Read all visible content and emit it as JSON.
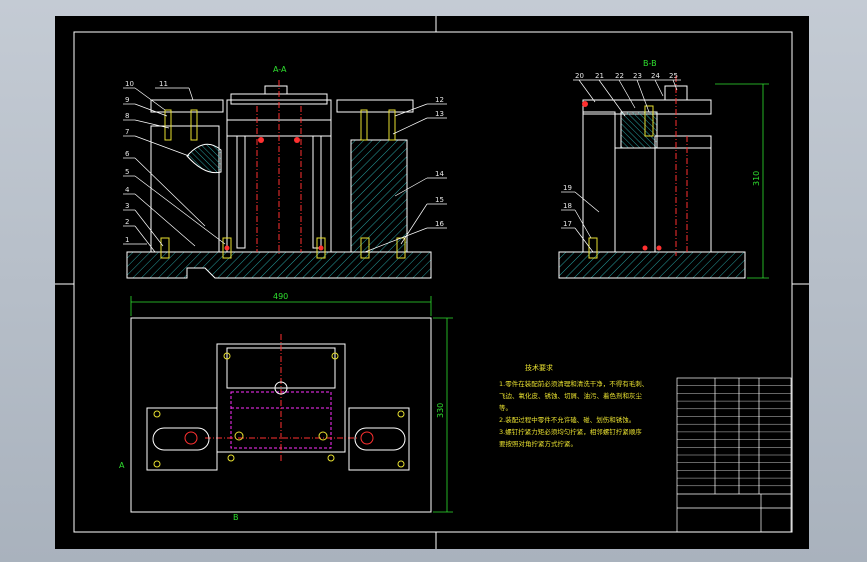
{
  "drawing": {
    "colors": {
      "background": "#000000",
      "outline": "#ffffff",
      "dimension": "#2fe02f",
      "centerline": "#ff3030",
      "hidden": "#ff30ff",
      "section": "#30c8c8",
      "fastener": "#e8e030"
    },
    "front_view": {
      "section_label": "A-A",
      "left_callouts": [
        "10",
        "9",
        "8",
        "7",
        "6",
        "5",
        "4",
        "3",
        "2",
        "1"
      ],
      "top_callout": "11",
      "right_callouts": [
        "12",
        "13",
        "14",
        "15",
        "16"
      ]
    },
    "side_view": {
      "section_label": "B-B",
      "top_callouts": [
        "20",
        "21",
        "22",
        "23",
        "24",
        "25"
      ],
      "left_callouts": [
        "19",
        "18",
        "17"
      ],
      "right_dimension": "310"
    },
    "plan_view": {
      "top_dimension": "490",
      "right_dimension": "330",
      "label_left": "A",
      "label_bottom": "B"
    },
    "notes": {
      "title": "技术要求",
      "lines": [
        "1.零件在装配前必须清理和清洗干净，不得有毛刺、",
        "飞边、氧化皮、锈蚀、切屑、油污、着色剂和灰尘",
        "等。",
        "2.装配过程中零件不允许磕、碰、划伤和锈蚀。",
        "3.螺钉拧紧力矩必须均匀拧紧，相邻螺钉拧紧顺序",
        "要按照对角拧紧方式拧紧。"
      ]
    }
  }
}
